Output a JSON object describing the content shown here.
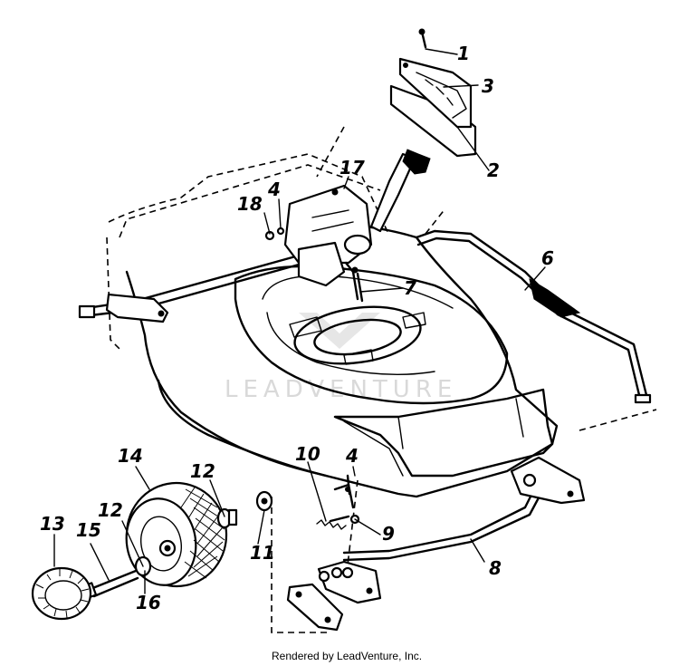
{
  "diagram": {
    "callouts": [
      "1",
      "2",
      "3",
      "4",
      "4",
      "6",
      "7",
      "8",
      "9",
      "10",
      "11",
      "12",
      "12",
      "13",
      "14",
      "15",
      "16",
      "17",
      "18"
    ],
    "watermark": "LEADVENTURE",
    "footer": "Rendered by LeadVenture, Inc."
  }
}
